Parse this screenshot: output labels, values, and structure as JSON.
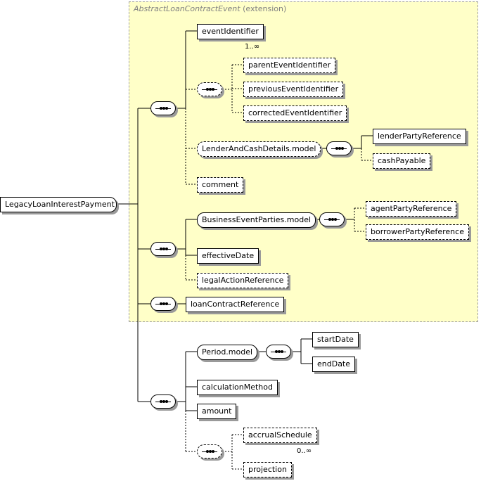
{
  "extension": {
    "base": "AbstractLoanContractEvent",
    "label": "(extension)"
  },
  "root": {
    "label": "LegacyLoanInterestPayment"
  },
  "elements": {
    "eventIdentifier": "eventIdentifier",
    "parentEventIdentifier": "parentEventIdentifier",
    "previousEventIdentifier": "previousEventIdentifier",
    "correctedEventIdentifier": "correctedEventIdentifier",
    "lenderAndCashDetailsModel": "LenderAndCashDetails.model",
    "lenderPartyReference": "lenderPartyReference",
    "cashPayable": "cashPayable",
    "comment": "comment",
    "businessEventPartiesModel": "BusinessEventParties.model",
    "agentPartyReference": "agentPartyReference",
    "borrowerPartyReference": "borrowerPartyReference",
    "effectiveDate": "effectiveDate",
    "legalActionReference": "legalActionReference",
    "loanContractReference": "loanContractReference",
    "periodModel": "Period.model",
    "startDate": "startDate",
    "endDate": "endDate",
    "calculationMethod": "calculationMethod",
    "amount": "amount",
    "accrualSchedule": "accrualSchedule",
    "projection": "projection"
  },
  "cardinality": {
    "eventIdentifier": "1..∞",
    "accrualSchedule": "0..∞"
  }
}
